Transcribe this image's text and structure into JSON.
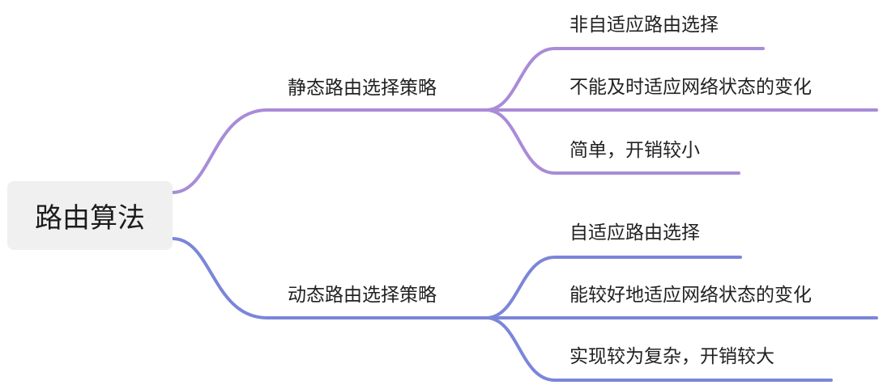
{
  "root": {
    "label": "路由算法"
  },
  "branches": [
    {
      "label": "静态路由选择策略",
      "color": "#a98bd8",
      "children": [
        {
          "label": "非自适应路由选择"
        },
        {
          "label": "不能及时适应网络状态的变化"
        },
        {
          "label": "简单，开销较小"
        }
      ]
    },
    {
      "label": "动态路由选择策略",
      "color": "#7b86d8",
      "children": [
        {
          "label": "自适应路由选择"
        },
        {
          "label": "能较好地适应网络状态的变化"
        },
        {
          "label": "实现较为复杂，开销较大"
        }
      ]
    }
  ]
}
